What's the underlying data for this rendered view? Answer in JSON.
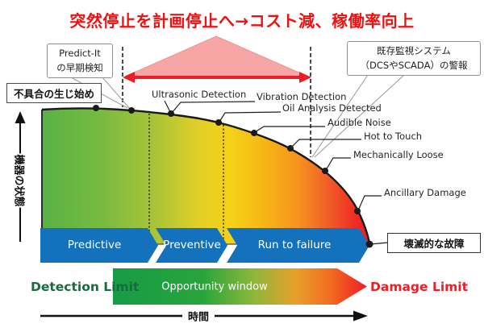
{
  "title": "突然停止を計画停止へ→コスト減、稼働率向上",
  "callouts": {
    "predict_it": {
      "line1": "Predict-It",
      "line2": "の早期検知"
    },
    "existing_system": {
      "line1": "既存監視システム",
      "line2": "（DCSやSCADA）の警報"
    },
    "failure_start": "不具合の生じ始め",
    "catastrophic": "壊滅的な故障"
  },
  "curve_labels": [
    "Ultrasonic Detection",
    "Vibration Detection",
    "Oil Analysis Detected",
    "Audible Noise",
    "Hot to Touch",
    "Mechanically Loose",
    "Ancillary Damage"
  ],
  "bands": [
    "Predictive",
    "Preventive",
    "Run to failure"
  ],
  "bottom": {
    "detection": "Detection Limit",
    "opportunity": "Opportunity window",
    "damage": "Damage Limit"
  },
  "axes": {
    "y": "機器の状態",
    "x": "時間"
  },
  "colors": {
    "title_red": "#ee1111",
    "arrow_red": "#ee1c24",
    "triangle_pink": "#f7a6a6",
    "band_blue": "#1472bd",
    "detection_green": "#176b3e",
    "damage_red": "#ee1c24",
    "gradient_start_green": "#56b244",
    "gradient_mid_yellow": "#f5d117",
    "gradient_end_red": "#ec1c24"
  }
}
